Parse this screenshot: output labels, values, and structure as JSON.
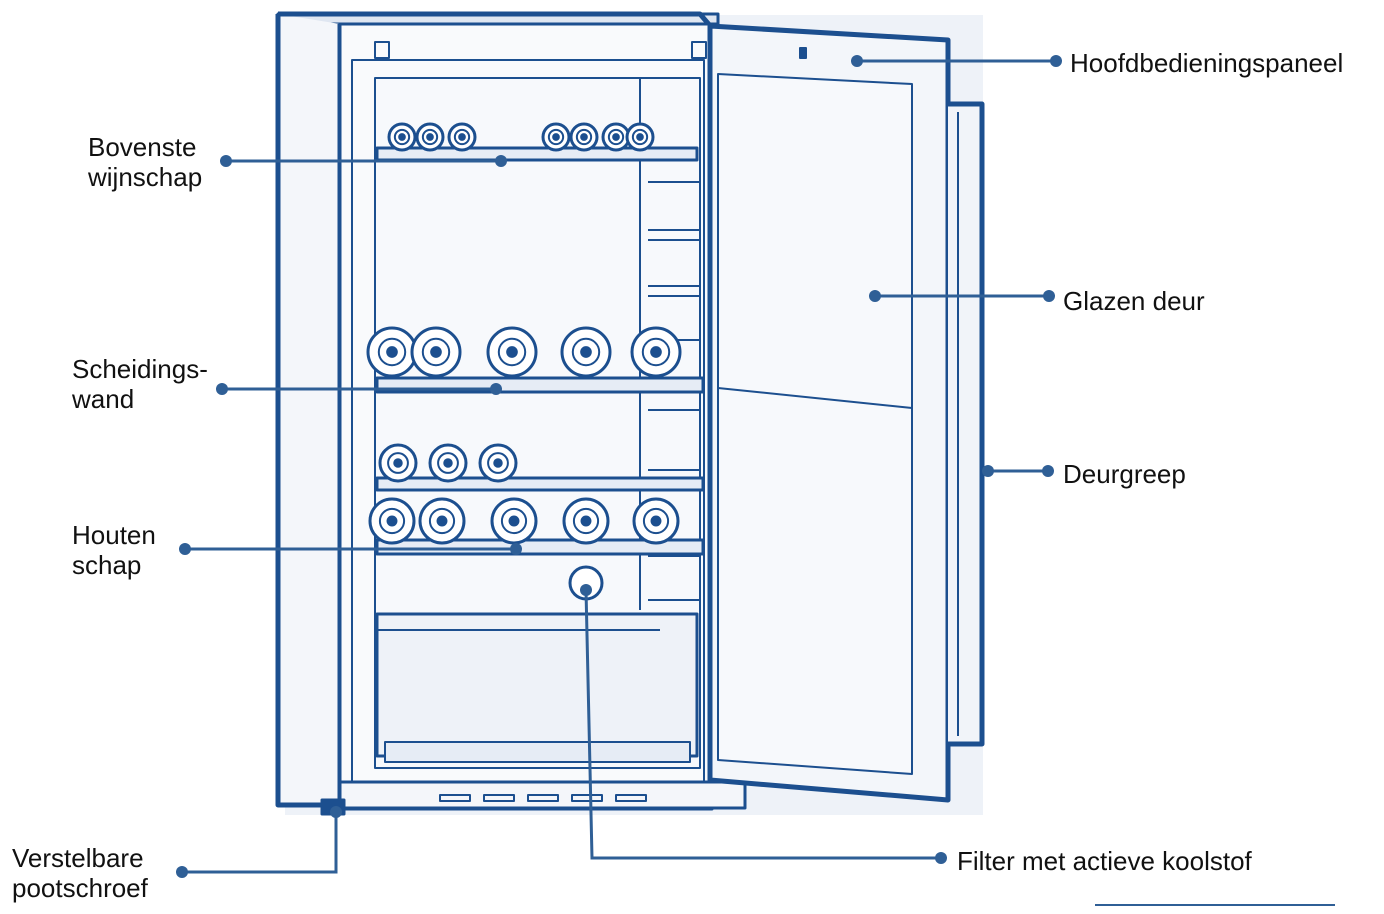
{
  "colors": {
    "outline": "#1c4f8f",
    "leader": "#2f5f96",
    "panel_fill": "#eef2f8",
    "interior_fill": "#f7f9fc",
    "shadow": "#e3e8f0",
    "text": "#111111"
  },
  "labels": {
    "control_panel": "Hoofdbedieningspaneel",
    "top_shelf_line1": "Bovenste",
    "top_shelf_line2": "wijnschap",
    "glass_door": "Glazen deur",
    "divider_line1": "Scheidings-",
    "divider_line2": "wand",
    "door_handle": "Deurgreep",
    "wood_shelf_line1": "Houten",
    "wood_shelf_line2": "schap",
    "foot_line1": "Verstelbare",
    "foot_line2": "pootschroef",
    "filter": "Filter met actieve koolstof"
  }
}
